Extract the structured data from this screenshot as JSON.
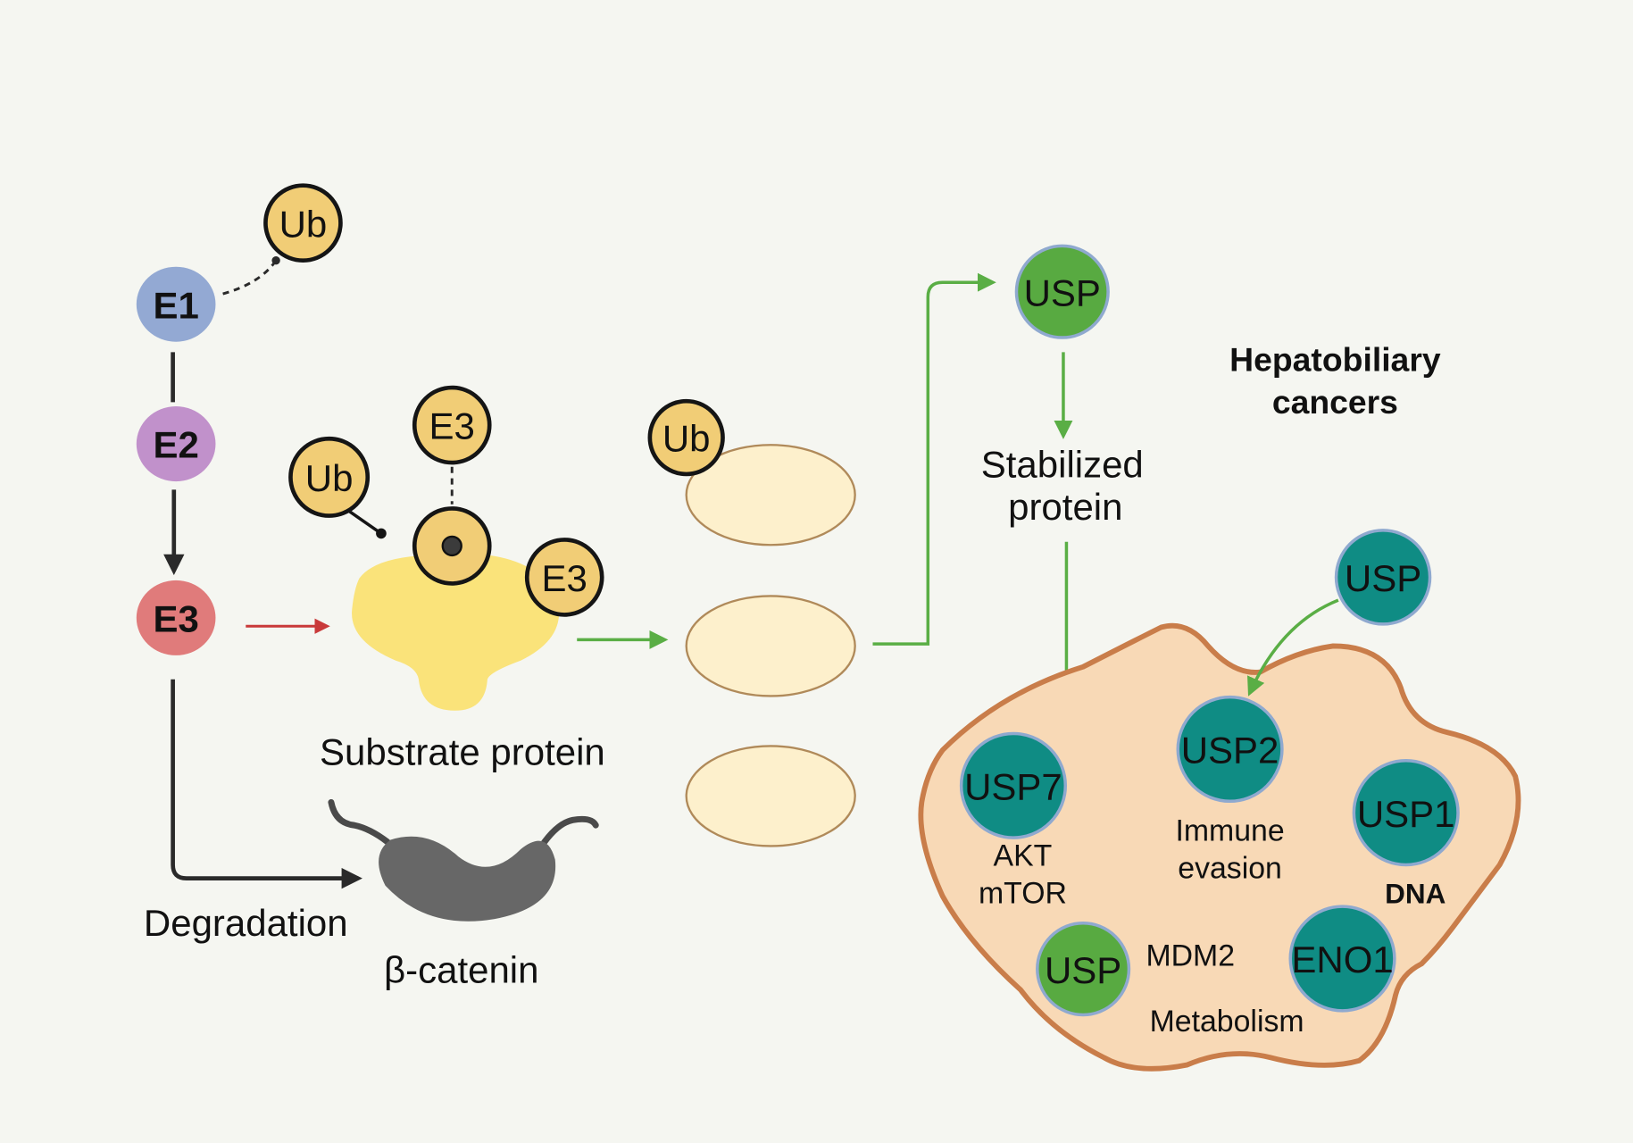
{
  "colors": {
    "background": "#f5f6f1",
    "e1": "#93a9d3",
    "e2": "#c191cb",
    "e3": "#e07b7b",
    "ub": "#f1cd76",
    "substrate": "#fae37a",
    "usp_green": "#58aa41",
    "usp_teal": "#0f8c84",
    "cell_fill": "#f8d9b6",
    "cell_border": "#c97d4a",
    "catenin": "#676767",
    "arrow_green": "#5aae45",
    "arrow_red": "#c93a3a"
  },
  "cascade": {
    "e1": "E1",
    "e2": "E2",
    "e3": "E3",
    "ub_top": "Ub"
  },
  "complex": {
    "ub": "Ub",
    "e3_top": "E3",
    "e3_side": "E3",
    "substrate_label": "Substrate protein"
  },
  "degradation": {
    "label": "Degradation",
    "target_label": "β-catenin"
  },
  "proteins": {
    "ub_tag": "Ub"
  },
  "stabilization": {
    "usp": "USP",
    "label_line1": "Stabilized",
    "label_line2": "protein"
  },
  "cancer": {
    "title_line1": "Hepatobiliary",
    "title_line2": "cancers",
    "usp_outside": "USP",
    "usp7": "USP7",
    "usp7_target_line1": "AKT",
    "usp7_target_line2": "mTOR",
    "usp2": "USP2",
    "usp2_effect_line1": "Immune",
    "usp2_effect_line2": "evasion",
    "usp1": "USP1",
    "usp1_target": "DNA",
    "usp_green": "USP",
    "usp_green_target": "MDM2",
    "eno1": "ENO1",
    "metabolism": "Metabolism"
  }
}
